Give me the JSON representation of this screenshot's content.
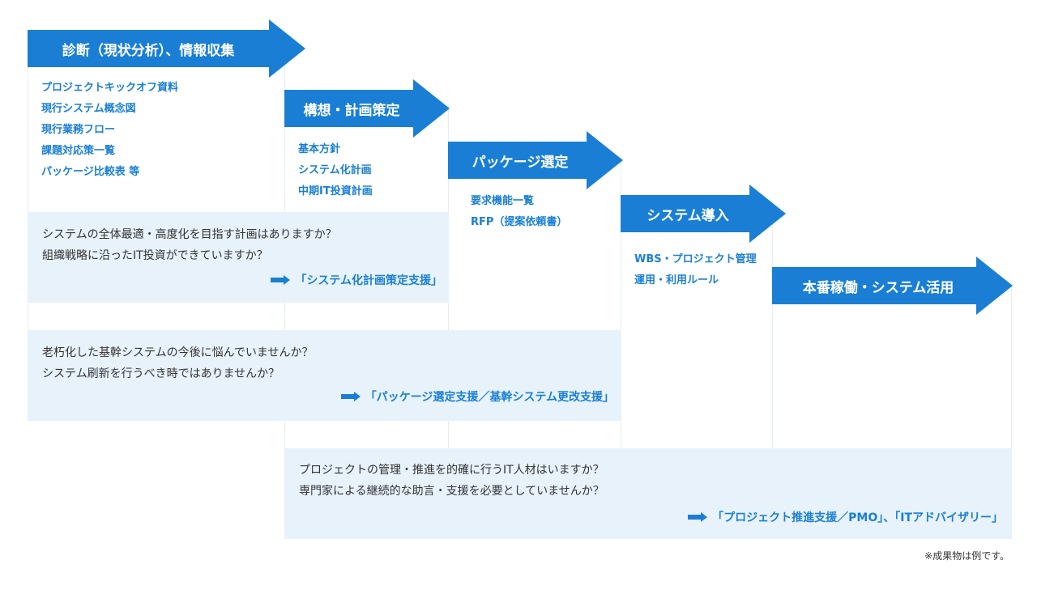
{
  "colors": {
    "accent": "#1a7fd4",
    "panel": "#e7f2fb",
    "text": "#333333"
  },
  "phases": [
    {
      "title": "診断（現状分析）、情報収集",
      "items": [
        "プロジェクトキックオフ資料",
        "現行システム概念図",
        "現行業務フロー",
        "課題対応策一覧",
        "パッケージ比較表 等"
      ]
    },
    {
      "title": "構想・計画策定",
      "items": [
        "基本方針",
        "システム化計画",
        "中期IT投資計画"
      ]
    },
    {
      "title": "パッケージ選定",
      "items": [
        "要求機能一覧",
        "RFP（提案依頼書）"
      ]
    },
    {
      "title": "システム導入",
      "items": [
        "WBS・プロジェクト管理",
        "運用・利用ルール"
      ]
    },
    {
      "title": "本番稼働・システム活用",
      "items": []
    }
  ],
  "questions": [
    {
      "lines": [
        "システムの全体最適・高度化を目指す計画はありますか？",
        "組織戦略に沿ったIT投資ができていますか？"
      ],
      "service": "「システム化計画策定支援」"
    },
    {
      "lines": [
        "老朽化した基幹システムの今後に悩んでいませんか？",
        "システム刷新を行うべき時ではありませんか？"
      ],
      "service": "「パッケージ選定支援／基幹システム更改支援」"
    },
    {
      "lines": [
        "プロジェクトの管理・推進を的確に行うIT人材はいますか？",
        "専門家による継続的な助言・支援を必要としていませんか？"
      ],
      "service": "「プロジェクト推進支援／PMO」、「ITアドバイザリー」"
    }
  ],
  "footnote": "※成果物は例です。"
}
